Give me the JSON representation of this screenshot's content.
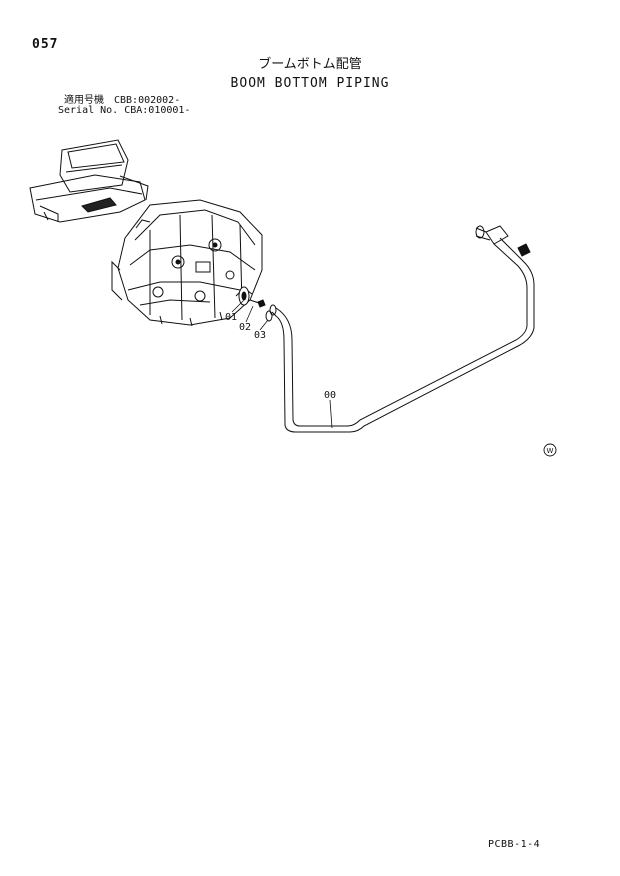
{
  "page_number": "057",
  "title_jp": "ブームボトム配管",
  "title_en": "BOOM BOTTOM PIPING",
  "serial": {
    "line1": "適用号機　CBB:002002-",
    "line2": "Serial No. CBA:010001-"
  },
  "callouts": {
    "c00": "00",
    "c01": "01",
    "c02": "02",
    "c03": "03"
  },
  "corner_mark": "W",
  "footer_code": "PCBB-1-4"
}
